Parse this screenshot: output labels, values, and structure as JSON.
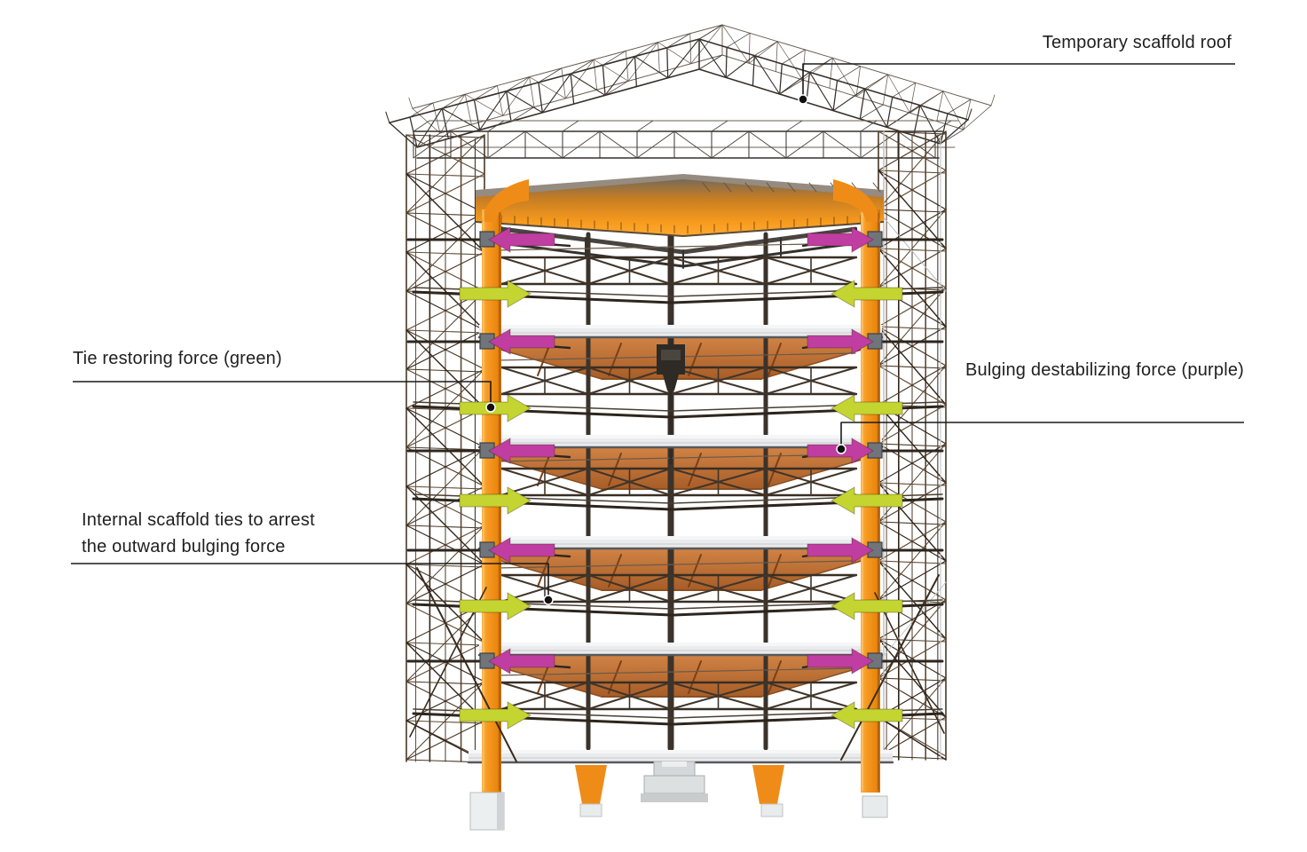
{
  "annotations": {
    "roof": {
      "label": "Temporary scaffold roof"
    },
    "tie_force": {
      "label": "Tie restoring force (green)"
    },
    "bulge_force": {
      "label": "Bulging destabilizing force (purple)"
    },
    "internal_ties": {
      "line1": "Internal scaffold ties to arrest",
      "line2": "the outward bulging force"
    }
  },
  "forces": {
    "tie_restoring": {
      "color": "#c4d431",
      "direction": "inward",
      "rows_y": [
        331,
        460,
        564,
        683,
        806
      ]
    },
    "bulging": {
      "color": "#c03da2",
      "direction": "outward",
      "rows_y": [
        270,
        385,
        508,
        620,
        745
      ]
    }
  },
  "palette": {
    "structure_orange": "#f2901c",
    "orange_dark": "#c96f0e",
    "orange_light": "#fbb34a",
    "scaffold_brown": "#4a3826",
    "roof_truss_gray": "#37302a",
    "floor_slab": "#e9ebec",
    "slab_edge": "#565a5f",
    "soffit": "#c0743a",
    "steel_dark": "#3b2f24",
    "tie_plate": "#70757b",
    "leader": "#1a1a1a",
    "text": "#1f1f1f"
  }
}
